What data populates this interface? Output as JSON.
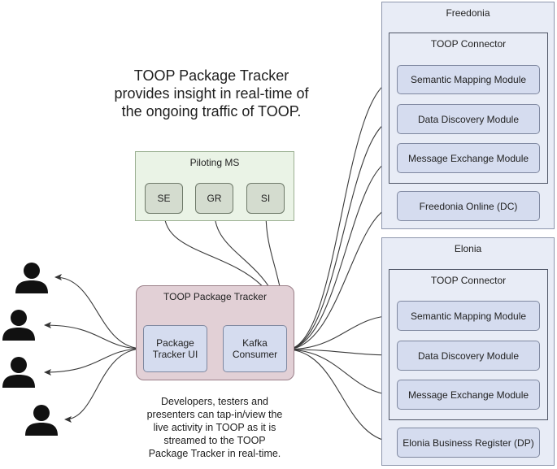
{
  "headline": {
    "line1": "TOOP Package Tracker",
    "line2": "provides insight in real-time of",
    "line3": "the ongoing traffic of TOOP."
  },
  "piloting_ms": {
    "title": "Piloting MS",
    "nodes": [
      "SE",
      "GR",
      "SI"
    ]
  },
  "tracker": {
    "title": "TOOP Package Tracker",
    "ui_line1": "Package",
    "ui_line2": "Tracker UI",
    "consumer_line1": "Kafka",
    "consumer_line2": "Consumer"
  },
  "note": {
    "line1": "Developers, testers and",
    "line2": "presenters can tap-in/view the",
    "line3": "live activity in TOOP as it is",
    "line4": "streamed to the TOOP",
    "line5": "Package Tracker in real-time."
  },
  "freedonia": {
    "title": "Freedonia",
    "connector_title": "TOOP Connector",
    "modules": [
      "Semantic Mapping Module",
      "Data Discovery Module",
      "Message Exchange Module"
    ],
    "external": "Freedonia Online (DC)"
  },
  "elonia": {
    "title": "Elonia",
    "connector_title": "TOOP Connector",
    "modules": [
      "Semantic Mapping Module",
      "Data Discovery Module",
      "Message Exchange Module"
    ],
    "external": "Elonia Business Register (DP)"
  },
  "users": {
    "count": 4,
    "icon": "user-icon"
  }
}
